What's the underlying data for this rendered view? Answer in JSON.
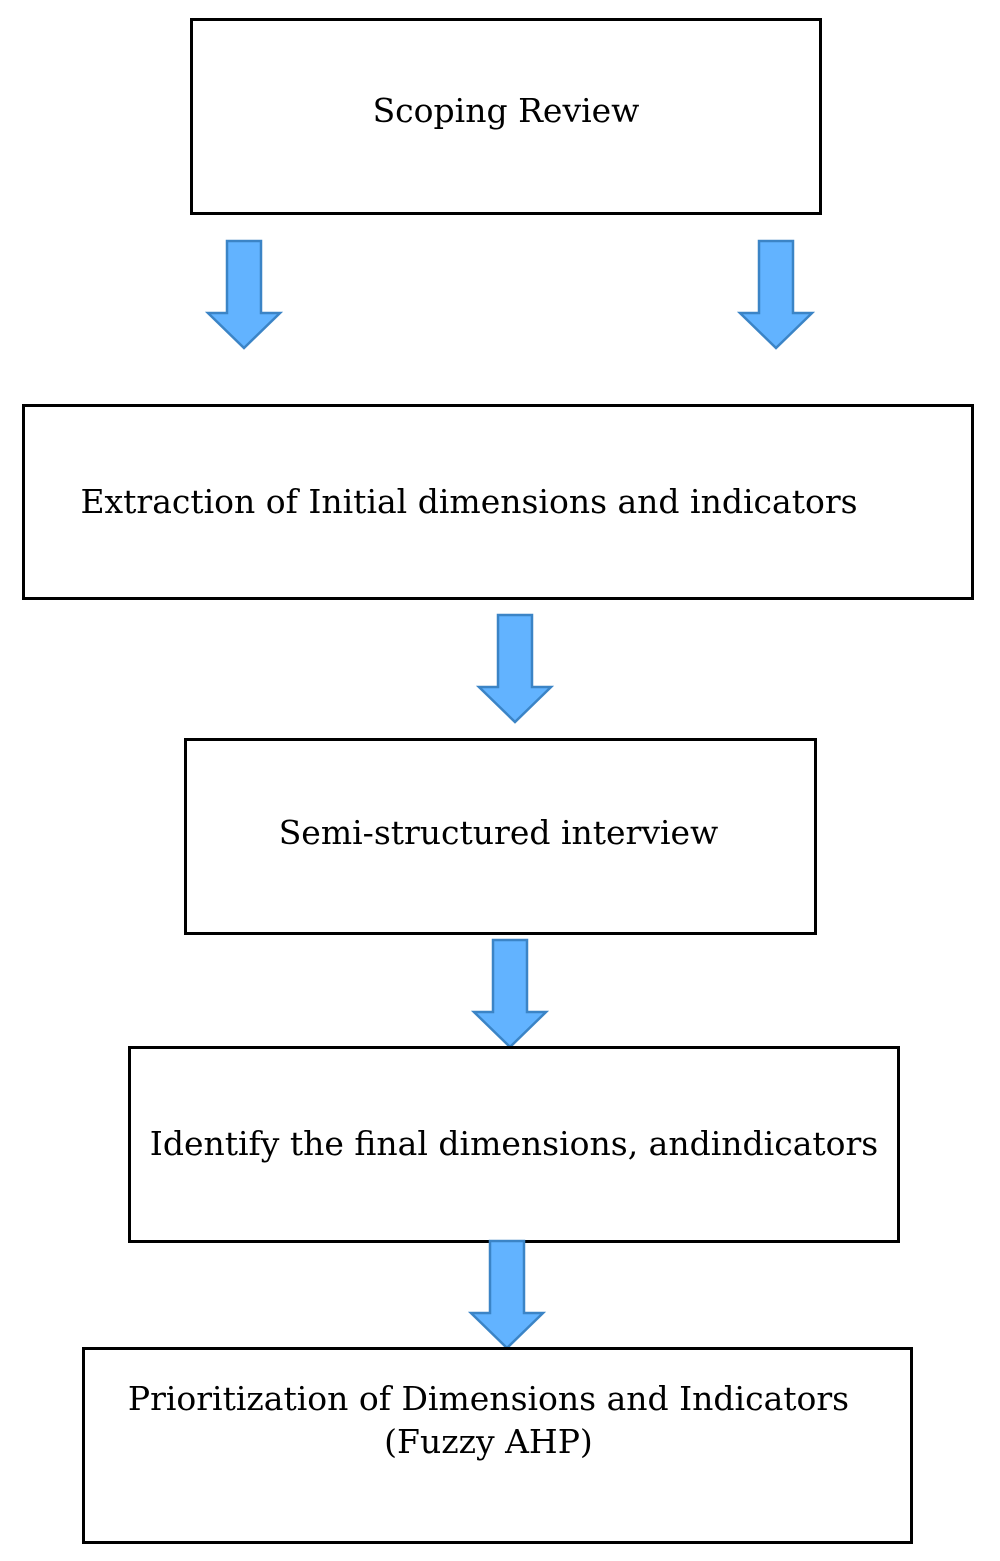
{
  "flow": {
    "steps": [
      {
        "label": "Scoping Review"
      },
      {
        "label": "Extraction of Initial dimensions and indicators"
      },
      {
        "label": "Semi-structured interview"
      },
      {
        "label": "Identify the final dimensions, andindicators"
      },
      {
        "label_line1": "Prioritization of Dimensions and Indicators",
        "label_line2": "(Fuzzy AHP)"
      }
    ]
  },
  "style": {
    "arrow_fill": "#62b3ff",
    "arrow_stroke": "#3b84c6",
    "box_border": "#000000"
  }
}
